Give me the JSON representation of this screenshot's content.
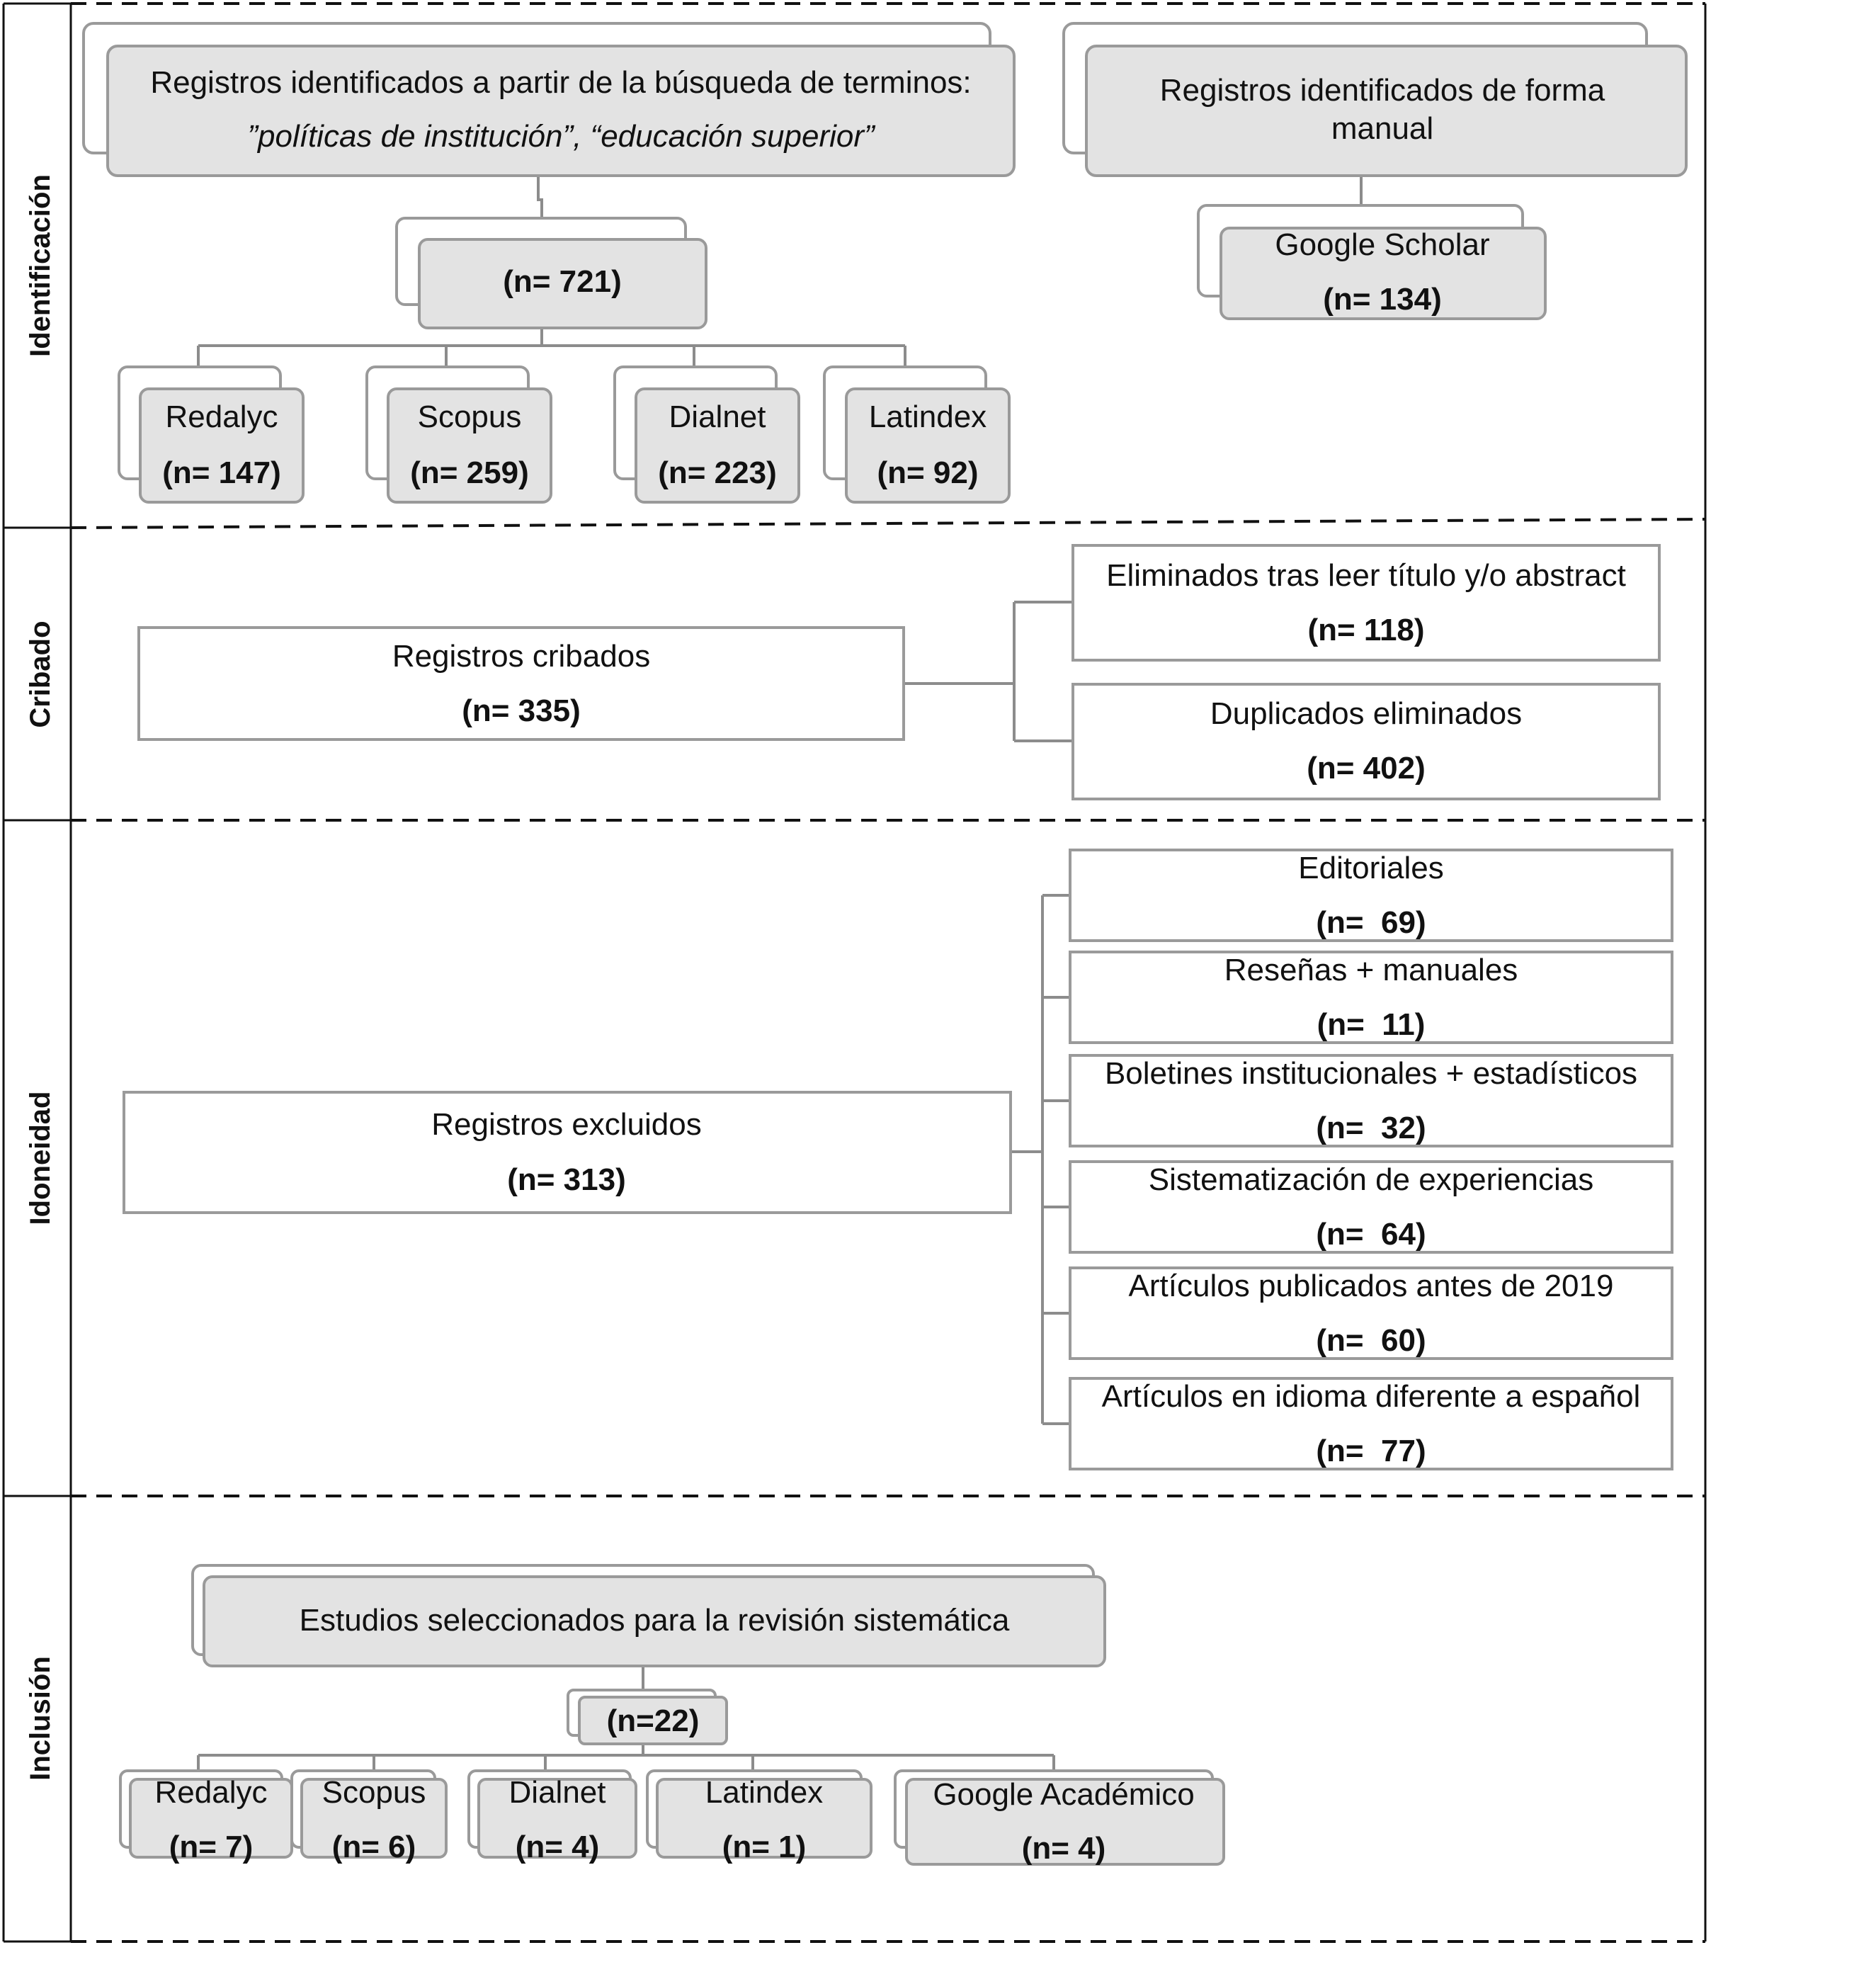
{
  "phases": {
    "identificacion": "Identificación",
    "cribado": "Cribado",
    "idoneidad": "Idoneidad",
    "inclusion": "Inclusión"
  },
  "identificacion": {
    "search_box": {
      "line1": "Registros identificados a partir de la búsqueda de terminos:",
      "line2": "”políticas de institución”, “educación superior”"
    },
    "manual_box": {
      "line1": "Registros identificados de forma",
      "line2": "manual"
    },
    "total": "(n= 721)",
    "databases": [
      {
        "name": "Redalyc",
        "count": "(n= 147)"
      },
      {
        "name": "Scopus",
        "count": "(n= 259)"
      },
      {
        "name": "Dialnet",
        "count": "(n= 223)"
      },
      {
        "name": "Latindex",
        "count": "(n= 92)"
      }
    ],
    "google": {
      "name": "Google Scholar",
      "count": "(n= 134)"
    }
  },
  "cribado": {
    "main": {
      "label": "Registros cribados",
      "count": "(n= 335)"
    },
    "removed": [
      {
        "label": "Eliminados tras leer título y/o abstract",
        "count": "(n= 118)"
      },
      {
        "label": "Duplicados eliminados",
        "count": "(n= 402)"
      }
    ]
  },
  "idoneidad": {
    "main": {
      "label": "Registros excluidos",
      "count": "(n= 313)"
    },
    "reasons": [
      {
        "label": "Editoriales",
        "count": "(n=  69)"
      },
      {
        "label": "Reseñas + manuales",
        "count": "(n=  11)"
      },
      {
        "label": "Boletines institucionales + estadísticos",
        "count": "(n=  32)"
      },
      {
        "label": "Sistematización de experiencias",
        "count": "(n=  64)"
      },
      {
        "label": "Artículos publicados antes de 2019",
        "count": "(n=  60)"
      },
      {
        "label": "Artículos en idioma diferente a español",
        "count": "(n=  77)"
      }
    ]
  },
  "inclusion": {
    "main": {
      "label": "Estudios seleccionados para la revisión sistemática"
    },
    "total": "(n=22)",
    "sources": [
      {
        "name": "Redalyc",
        "count": "(n= 7)"
      },
      {
        "name": "Scopus",
        "count": "(n= 6)"
      },
      {
        "name": "Dialnet",
        "count": "(n= 4)"
      },
      {
        "name": "Latindex",
        "count": "(n= 1)"
      },
      {
        "name": "Google Académico",
        "count": "(n= 4)"
      }
    ]
  },
  "colors": {
    "fill_gray": "#e3e3e3",
    "stroke_gray": "#9a9a9a",
    "connector": "#8c8c8c",
    "border": "#111111"
  }
}
